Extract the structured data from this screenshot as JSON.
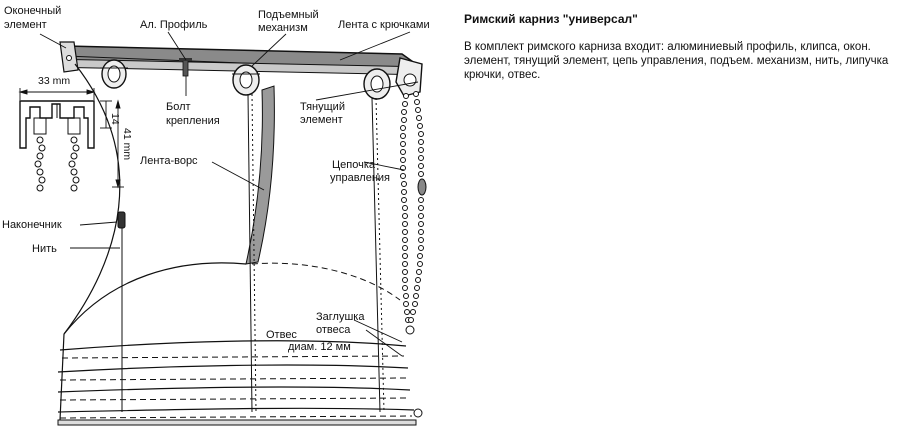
{
  "title": "Римский карниз \"универсал\"",
  "description": "В комплект римского карниза входит: алюминиевый профиль, клипса, окон. элемент, тянущий элемент, цепь управления, подъем. механизм, нить, липучка крючки, отвес.",
  "labels": {
    "end_element_1": "Оконечный",
    "end_element_2": "элемент",
    "profile": "Ал. Профиль",
    "lift_1": "Подъемный",
    "lift_2": "механизм",
    "hook_tape": "Лента с крючками",
    "dim_33": "33 mm",
    "dim_14": "14",
    "dim_41": "41 mm",
    "bolt_1": "Болт",
    "bolt_2": "крепления",
    "pull_1": "Тянущий",
    "pull_2": "элемент",
    "pile_tape": "Лента-ворс",
    "chain_1": "Цепочка",
    "chain_2": "управления",
    "tip": "Наконечник",
    "thread": "Нить",
    "plug_1": "Заглушка",
    "plug_2": "отвеса",
    "weight_1": "Отвес",
    "weight_2": "диам. 12 мм"
  }
}
